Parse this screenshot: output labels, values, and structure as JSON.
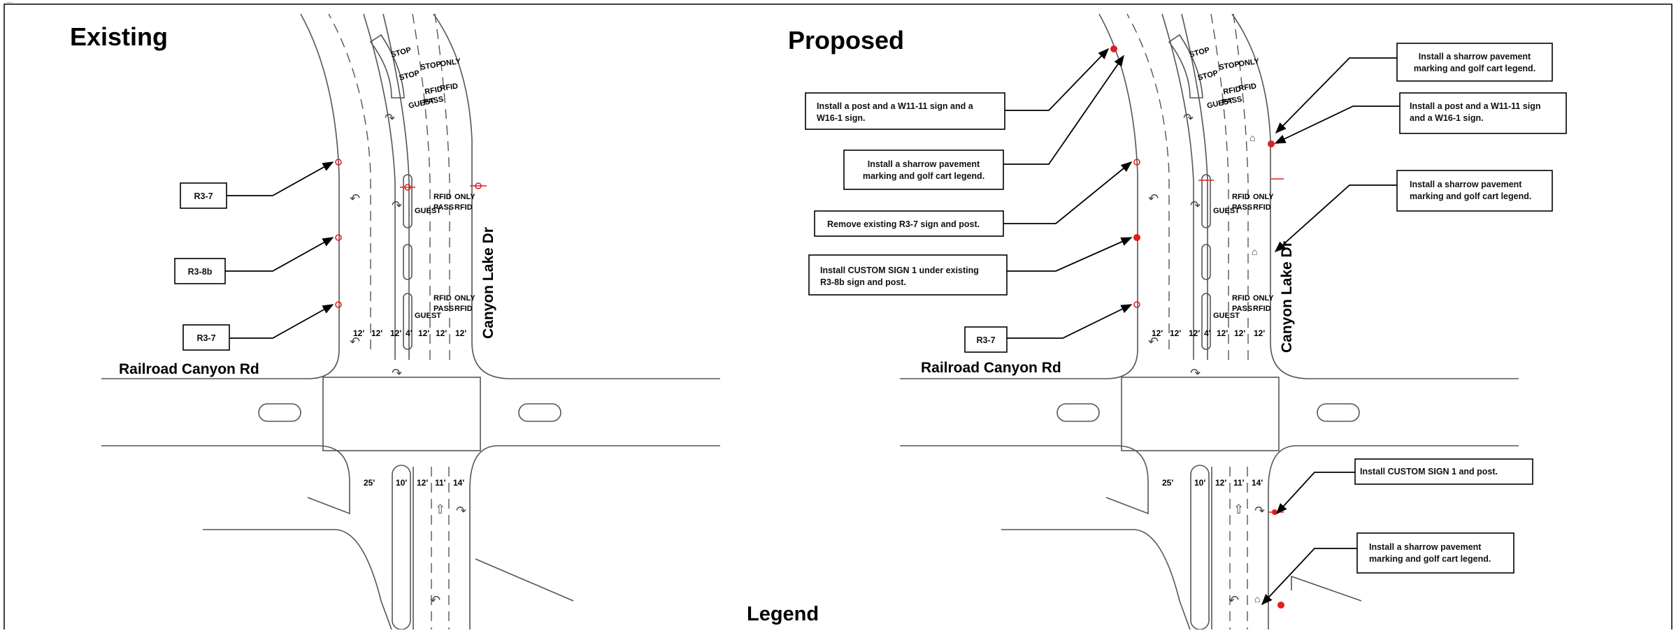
{
  "header_note": "...",
  "panels": {
    "existing": {
      "title": "Existing",
      "street_left": "Railroad Canyon Rd",
      "street_vertical": "Canyon Lake Dr",
      "callouts": [
        "R3-7",
        "R3-8b",
        "R3-7"
      ],
      "lane_widths_top": [
        "12'",
        "12'",
        "12'",
        "4'",
        "12'",
        "12'",
        "12'"
      ],
      "lane_widths_bottom": [
        "25'",
        "10'",
        "12'",
        "11'",
        "14'"
      ],
      "lane_words": {
        "stop": "STOP",
        "guest": "GUEST",
        "rfid": "RFID",
        "pass": "PASS",
        "only": "ONLY"
      }
    },
    "proposed": {
      "title": "Proposed",
      "street_left": "Railroad Canyon Rd",
      "street_vertical": "Canyon Lake Dr",
      "left_callouts": [
        [
          "Install a post and a W11-11 sign and a",
          "W16-1 sign."
        ],
        [
          "Install a sharrow pavement",
          "marking and golf cart legend."
        ],
        [
          "Remove existing R3-7 sign and post."
        ],
        [
          "Install CUSTOM SIGN 1 under existing",
          "R3-8b sign and post."
        ],
        [
          "R3-7"
        ]
      ],
      "right_callouts": [
        [
          "Install a sharrow pavement",
          "marking and golf cart legend."
        ],
        [
          "Install a post and a W11-11 sign",
          "and a W16-1 sign."
        ],
        [
          "Install a sharrow pavement",
          "marking and golf cart legend."
        ],
        [
          "Install CUSTOM SIGN 1 and post."
        ],
        [
          "Install a sharrow pavement",
          "marking and golf cart legend."
        ]
      ],
      "lane_widths_top": [
        "12'",
        "12'",
        "12'",
        "4'",
        "12'",
        "12'",
        "12'"
      ],
      "lane_widths_bottom": [
        "25'",
        "10'",
        "12'",
        "11'",
        "14'"
      ],
      "lane_words": {
        "stop": "STOP",
        "guest": "GUEST",
        "rfid": "RFID",
        "pass": "PASS",
        "only": "ONLY"
      }
    }
  },
  "legend_title": "Legend",
  "colors": {
    "sign_red": "#e02020",
    "line": "#555555",
    "leader": "#000000"
  }
}
